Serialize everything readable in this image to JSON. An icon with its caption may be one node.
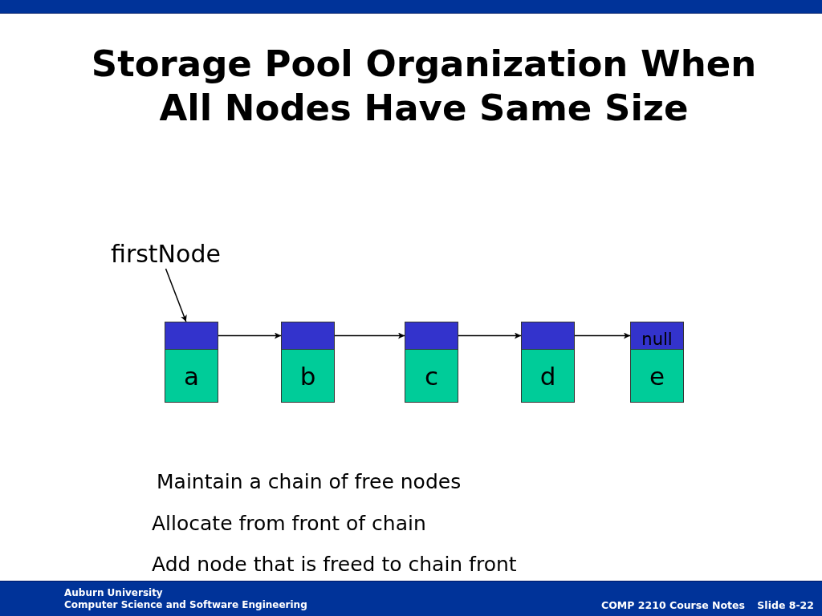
{
  "diagram": {
    "title": "Storage Pool Organization When All Nodes Have Same Size",
    "nodes": [
      {
        "text": [
          "firstNode"
        ]
      },
      {
        "text": [],
        "shape": "box"
      },
      {
        "text": [
          "a"
        ]
      },
      {
        "text": [],
        "shape": "box"
      },
      {
        "text": [
          "b"
        ]
      },
      {
        "text": [],
        "shape": "box"
      },
      {
        "text": [
          "c"
        ]
      },
      {
        "text": [],
        "shape": "box"
      },
      {
        "text": [
          "d"
        ]
      },
      {
        "text": [
          "null"
        ]
      },
      {
        "text": [
          "e"
        ]
      }
    ],
    "edges": [
      {
        "from": 0,
        "to": 1,
        "arrow": "to"
      },
      {
        "from": 1,
        "to": 3,
        "arrow": "to"
      },
      {
        "from": 3,
        "to": 5,
        "arrow": "to"
      },
      {
        "from": 5,
        "to": 7,
        "arrow": "to"
      },
      {
        "from": 7,
        "to": 9,
        "arrow": "to"
      }
    ],
    "labels": [
      "Maintain a chain of free nodes",
      "Allocate from front of chain",
      "Add node that is freed to chain front",
      "Auburn University",
      "Computer Science and Software Engineering",
      "COMP 2210 Course Notes",
      "Slide 8-22"
    ]
  }
}
